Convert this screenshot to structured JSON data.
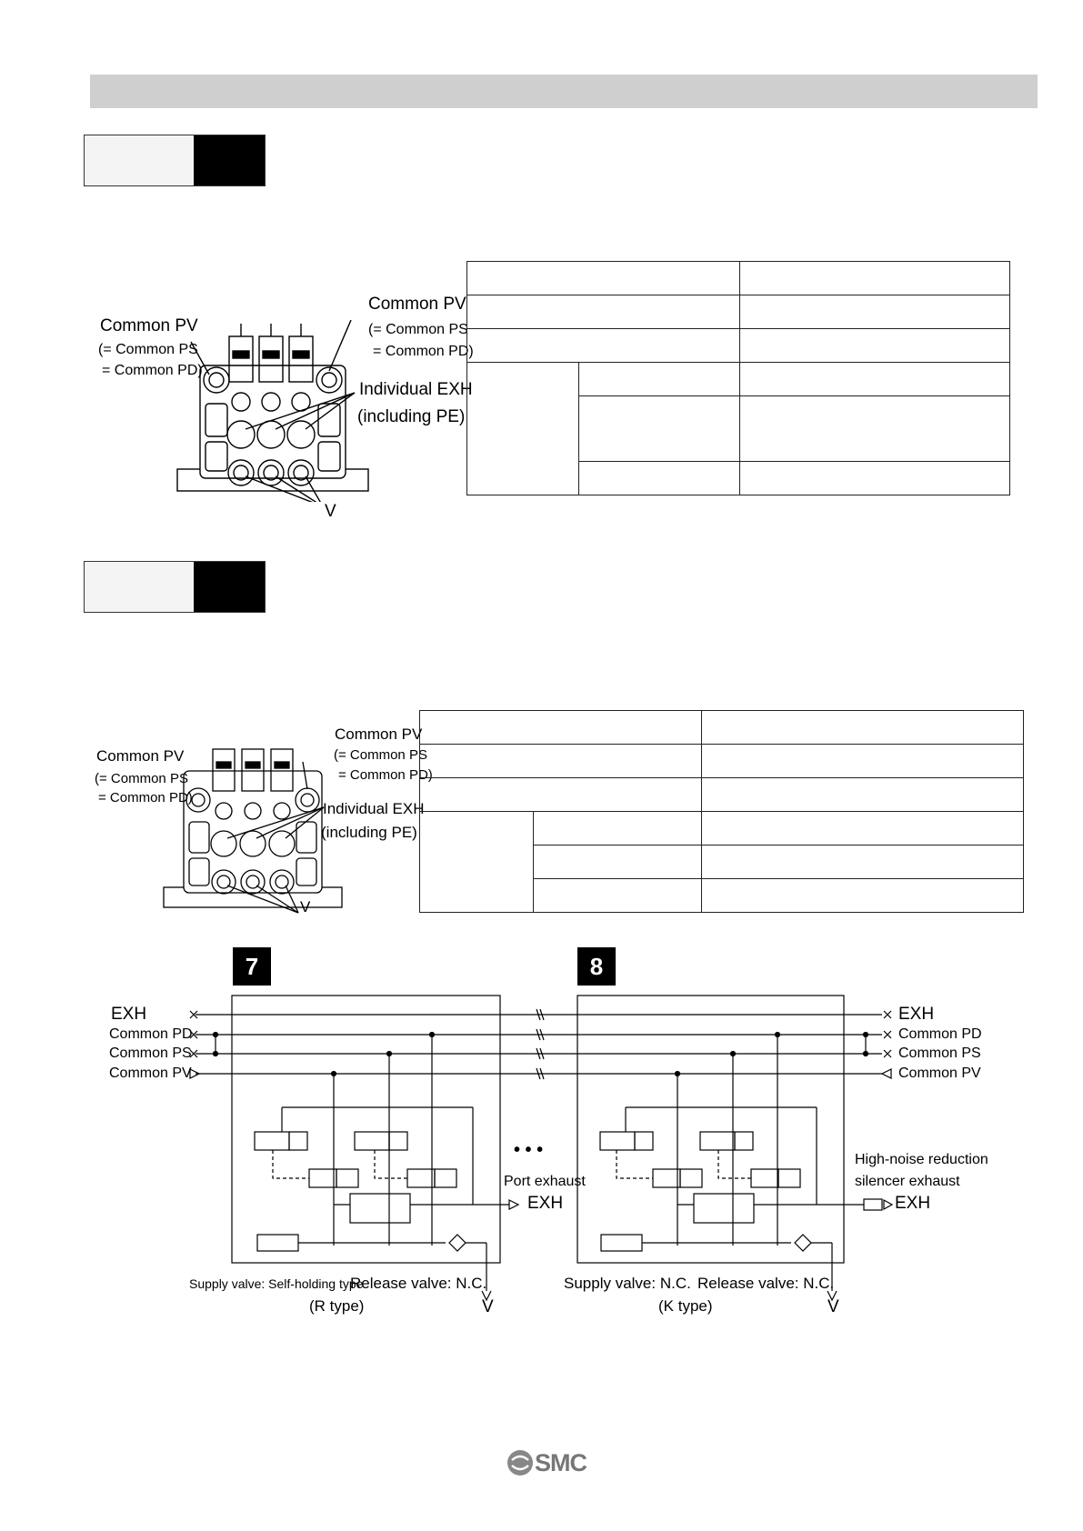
{
  "section1": {
    "labels": {
      "common_pv_left": "Common PV",
      "common_ps_left": "(= Common PS",
      "common_pd_left": "= Common PD)",
      "common_pv_right": "Common PV",
      "common_ps_right": "(= Common PS",
      "common_pd_right": "= Common PD)",
      "individual_exh": "Individual EXH",
      "including_pe": "(including PE)",
      "v": "V"
    }
  },
  "section2": {
    "labels": {
      "common_pv_left": "Common PV",
      "common_ps_left": "(= Common PS",
      "common_pd_left": "= Common PD)",
      "common_pv_right": "Common PV",
      "common_ps_right": "(= Common PS",
      "common_pd_right": "= Common PD)",
      "individual_exh": "Individual EXH",
      "including_pe": "(including PE)",
      "v": "V"
    }
  },
  "circuit": {
    "badge_left": "7",
    "badge_right": "8",
    "left_ports": [
      "EXH",
      "Common PD",
      "Common PS",
      "Common PV"
    ],
    "right_ports": [
      "EXH",
      "Common PD",
      "Common PS",
      "Common PV"
    ],
    "dots": "• • •",
    "port_exhaust": "Port exhaust",
    "exh_left": "EXH",
    "high_noise_1": "High-noise reduction",
    "high_noise_2": "silencer exhaust",
    "exh_right": "EXH",
    "left_supply": "Supply valve: Self-holding type",
    "left_release": "Release valve: N.C.",
    "left_type": "(R type)",
    "right_supply": "Supply valve: N.C.",
    "right_release": "Release valve: N.C.",
    "right_type": "(K type)",
    "v_left": "V",
    "v_right": "V"
  },
  "footer": {
    "logo": "SMC"
  }
}
